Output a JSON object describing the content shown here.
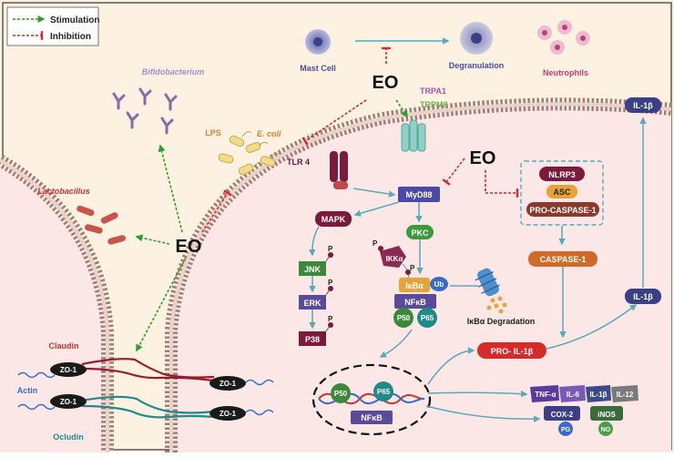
{
  "legend": {
    "stimulation": "Stimulation",
    "inhibition": "Inhibition"
  },
  "colors": {
    "stimulation": "#2e9e2e",
    "inhibition": "#d22b2b",
    "background": "#fdf2e4",
    "cell_interior": "#fbe9e6",
    "membrane": "#b48c80",
    "arrow": "#5aa9b8"
  },
  "labels": {
    "eo": "EO",
    "mast_cell": "Mast Cell",
    "degranulation": "Degranulation",
    "neutrophils": "Neutrophils",
    "trpa1": "TRPA1",
    "trpm8": "TRPM8",
    "tlr4": "TLR 4",
    "bifidobacterium": "Bifidobacterium",
    "lactobacillus": "Lactobacillus",
    "lps": "LPS",
    "ecoli": "E. coli",
    "myd88": "MyD88",
    "mapk": "MAPK",
    "jnk": "JNK",
    "erk": "ERK",
    "p38": "P38",
    "p": "P",
    "pkc": "PKC",
    "ikka": "IKKα",
    "ikba": "IκBα",
    "ub": "Ub",
    "nfkb": "NFκB",
    "p50": "P50",
    "p65": "P65",
    "ikba_degradation": "IκBα Degradation",
    "nlrp3": "NLRP3",
    "asc": "ASC",
    "pro_caspase1": "PRO-CASPASE-1",
    "caspase1": "CASPASE-1",
    "pro_il1b": "PRO- IL-1β",
    "il1b": "IL-1β",
    "tnfa": "TNF-α",
    "il6": "IL-6",
    "il12": "IL-12",
    "cox2": "COX-2",
    "pg": "PG",
    "inos": "iNOS",
    "no": "NO",
    "claudin": "Claudin",
    "occludin": "Ocludin",
    "actin": "Actin",
    "zo1": "ZO-1"
  }
}
